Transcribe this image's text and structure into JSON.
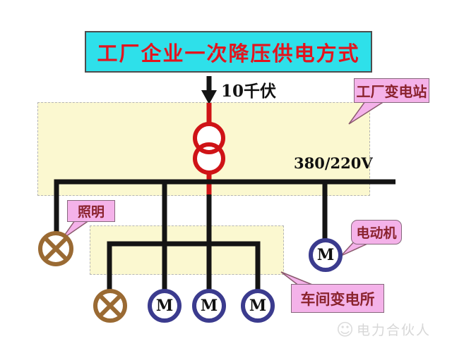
{
  "title": {
    "text": "工厂企业一次降压供电方式"
  },
  "labels": {
    "incoming_voltage": "10千伏",
    "bus_voltage": "380/220V"
  },
  "callouts": {
    "factory_substation": "工厂变电站",
    "lighting": "照明",
    "motor": "电动机",
    "workshop_substation": "车间变电所"
  },
  "symbols": {
    "motor_letter": "M"
  },
  "watermark": {
    "text": "电力合伙人"
  },
  "colors": {
    "title_bg": "#2ee0ea",
    "title_text": "#e3141e",
    "line_black": "#141414",
    "line_red": "#cf1316",
    "area_yellow": "#fbf8d0",
    "callout_pink": "#f4b2e9",
    "callout_text": "#8a232e",
    "lamp_brown": "#9a6a33",
    "motor_navy": "#3b3b8e",
    "watermark_gray": "#d7d7d7"
  }
}
